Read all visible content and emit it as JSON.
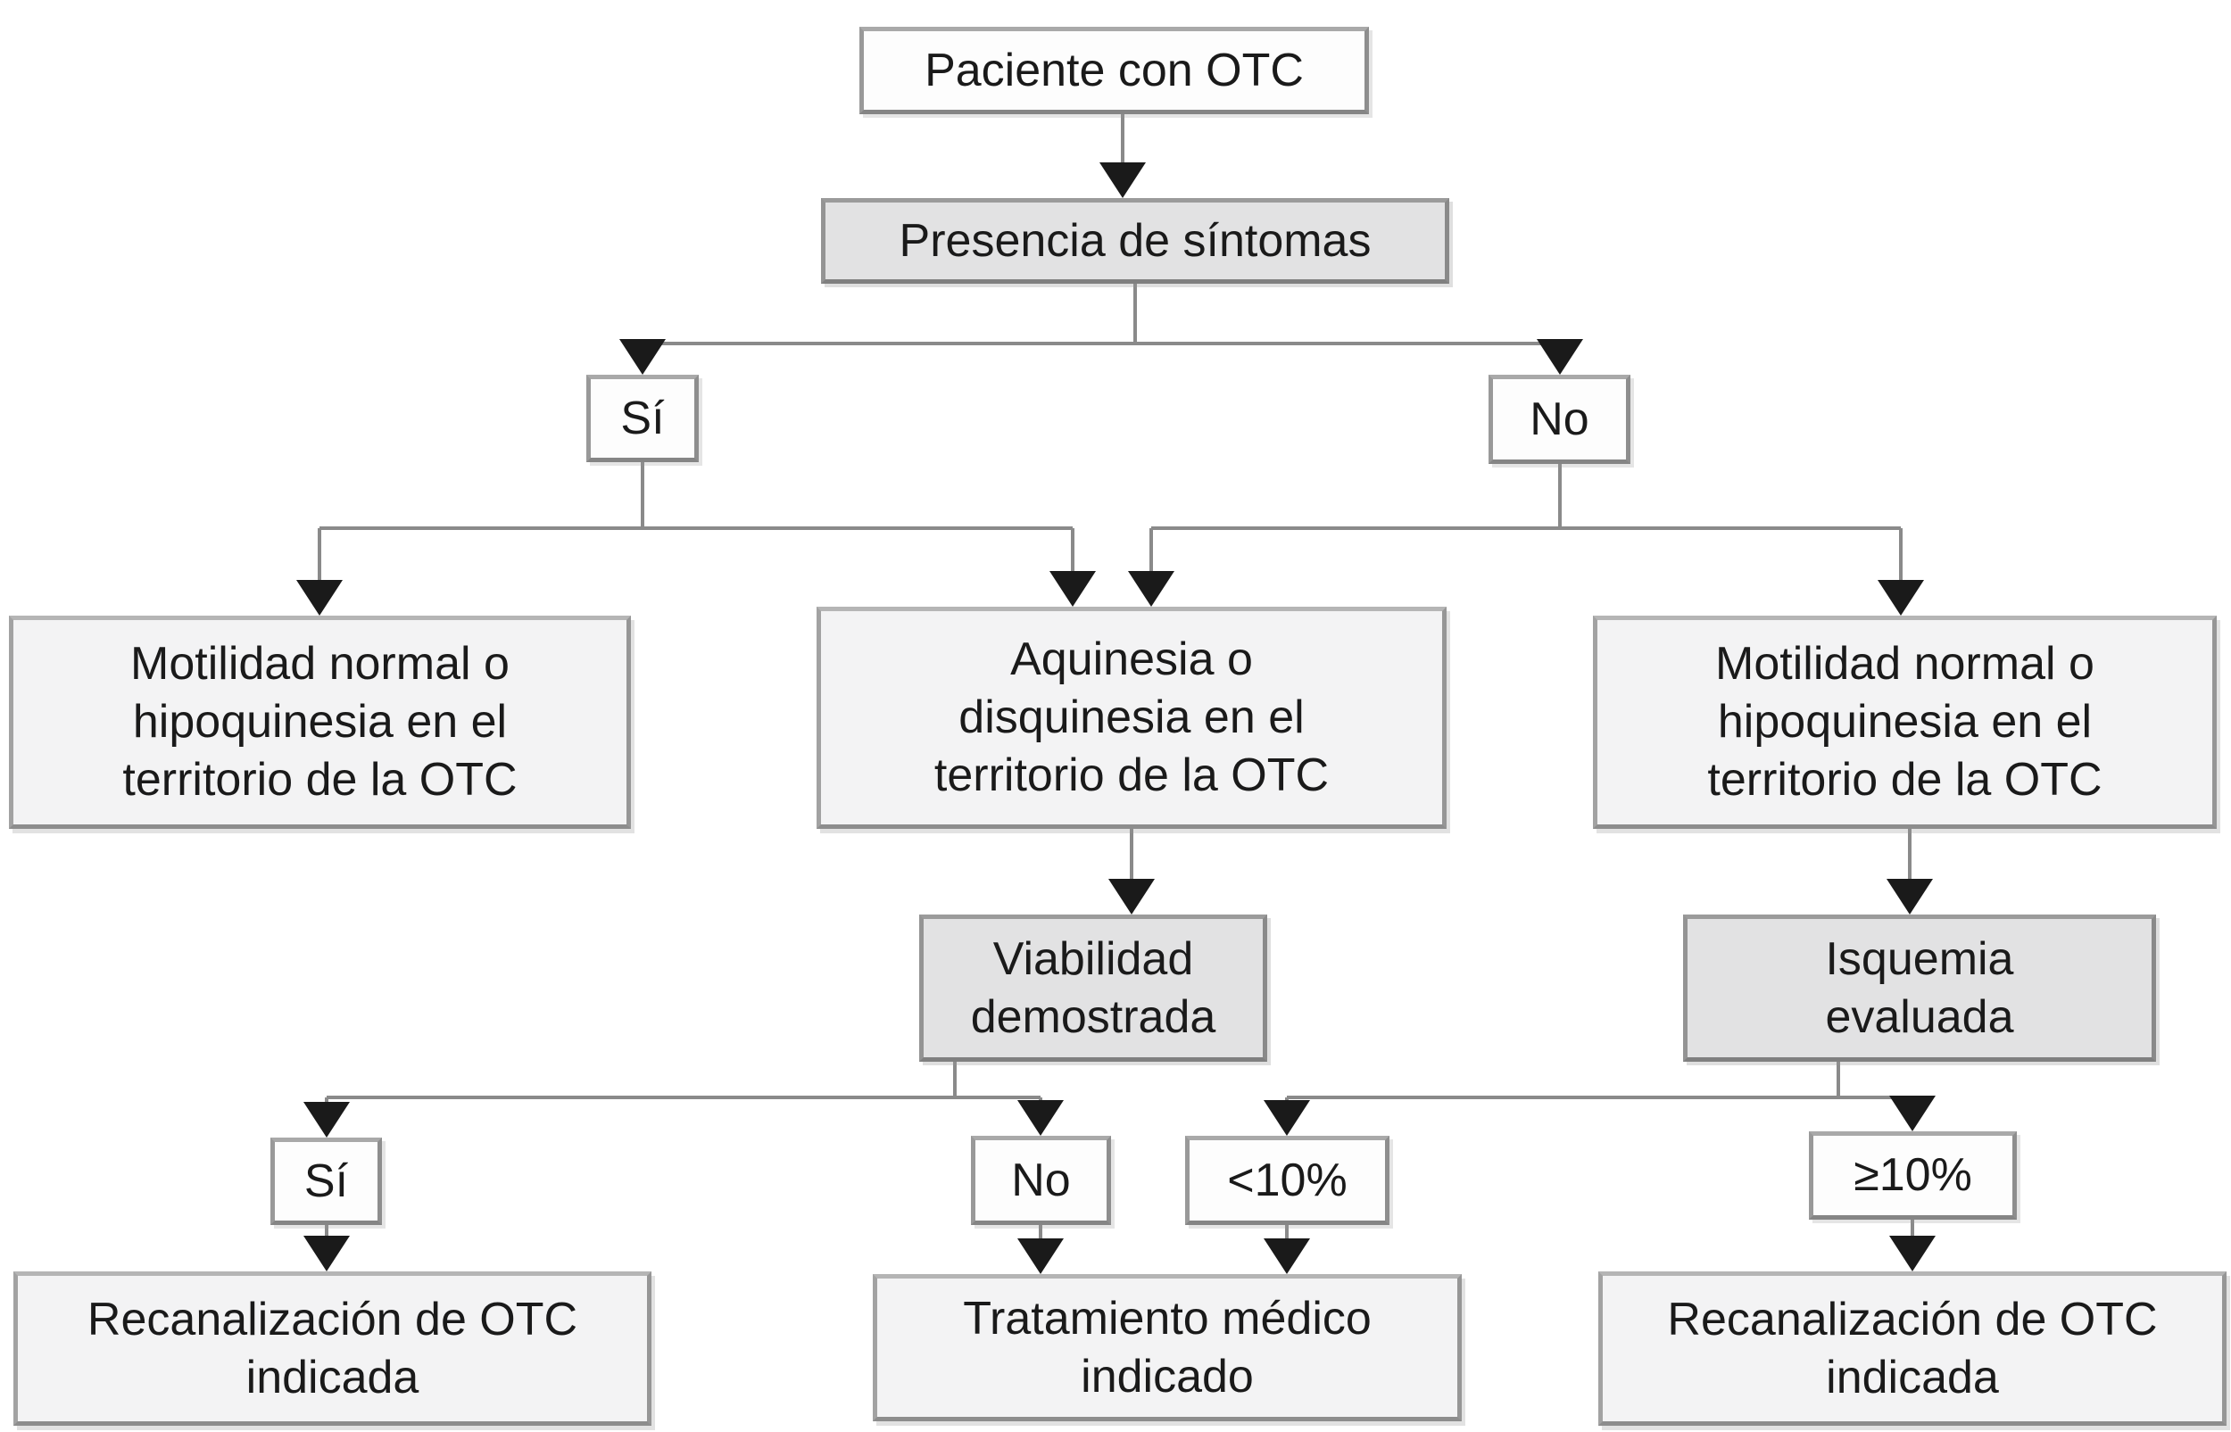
{
  "diagram": {
    "type": "flowchart",
    "language": "es",
    "nodes": {
      "paciente": "Paciente con OTC",
      "presencia": "Presencia de síntomas",
      "si_sintomas": "Sí",
      "no_sintomas": "No",
      "motilidad_izquierda": "Motilidad normal o\nhipoquinesia en el\nterritorio de la OTC",
      "aquinesia": "Aquinesia o\ndisquinesia en el\nterritorio de la OTC",
      "motilidad_derecha": "Motilidad normal o\nhipoquinesia en el\nterritorio de la OTC",
      "viabilidad": "Viabilidad\ndemostrada",
      "isquemia": "Isquemia\nevaluada",
      "si_viabilidad": "Sí",
      "no_viabilidad": "No",
      "isquemia_menor": "<10%",
      "isquemia_mayor": "≥10%",
      "recanalizacion_izquierda": "Recanalización de OTC\nindicada",
      "tratamiento": "Tratamiento médico\nindicado",
      "recanalizacion_derecha": "Recanalización de OTC\nindicada"
    },
    "edges": [
      {
        "from": "paciente",
        "to": "presencia"
      },
      {
        "from": "presencia",
        "to": "si_sintomas"
      },
      {
        "from": "presencia",
        "to": "no_sintomas"
      },
      {
        "from": "si_sintomas",
        "to": "motilidad_izquierda"
      },
      {
        "from": "si_sintomas",
        "to": "aquinesia"
      },
      {
        "from": "no_sintomas",
        "to": "aquinesia"
      },
      {
        "from": "no_sintomas",
        "to": "motilidad_derecha"
      },
      {
        "from": "aquinesia",
        "to": "viabilidad"
      },
      {
        "from": "motilidad_derecha",
        "to": "isquemia"
      },
      {
        "from": "viabilidad",
        "to": "si_viabilidad"
      },
      {
        "from": "viabilidad",
        "to": "no_viabilidad"
      },
      {
        "from": "isquemia",
        "to": "isquemia_menor"
      },
      {
        "from": "isquemia",
        "to": "isquemia_mayor"
      },
      {
        "from": "si_viabilidad",
        "to": "recanalizacion_izquierda"
      },
      {
        "from": "no_viabilidad",
        "to": "tratamiento"
      },
      {
        "from": "isquemia_menor",
        "to": "tratamiento"
      },
      {
        "from": "isquemia_mayor",
        "to": "recanalizacion_derecha"
      }
    ],
    "colors": {
      "background": "#ffffff",
      "connector": "#8a8a8a",
      "arrowhead": "#1a1a1a",
      "decision_fill": "#fdfdfd",
      "stage_fill": "#e2e2e3",
      "finding_fill": "#f3f3f4",
      "border": "#919191",
      "text": "#1a1a1a"
    }
  }
}
